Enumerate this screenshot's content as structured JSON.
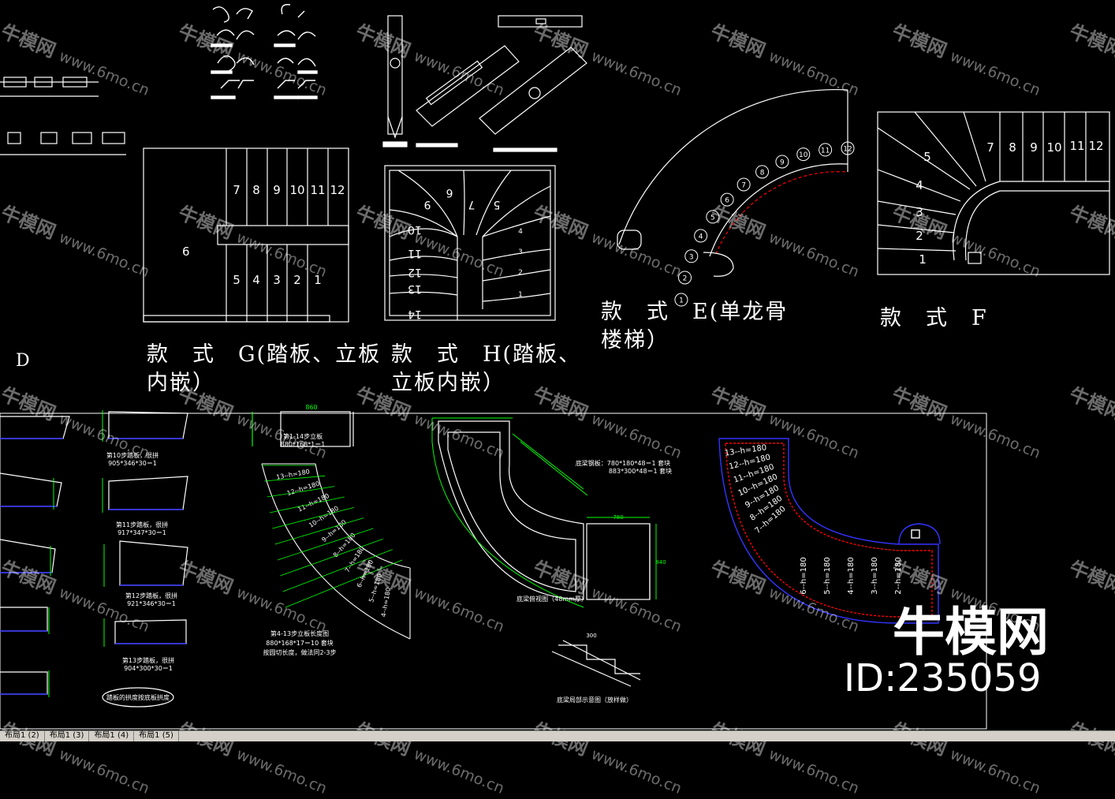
{
  "captions": {
    "d": "D",
    "g": "款　式　G(踏板、立板\n内嵌）",
    "h": "款　式　H(踏板、\n立板内嵌）",
    "e": "款　式　E(单龙骨\n楼梯）",
    "f": "款　式　F"
  },
  "style_g": {
    "upper_steps": [
      "7",
      "8",
      "9",
      "10",
      "11",
      "12"
    ],
    "lower_steps": [
      "5",
      "4",
      "3",
      "2",
      "1"
    ],
    "landing": "6"
  },
  "style_h": {
    "left_steps": [
      "10",
      "11",
      "12",
      "13",
      "14"
    ],
    "top_steps": [
      "9",
      "6",
      "7",
      "5"
    ],
    "right_steps": [
      "4",
      "3",
      "2",
      "1"
    ]
  },
  "style_e": {
    "steps": [
      "1",
      "2",
      "3",
      "4",
      "5",
      "6",
      "7",
      "8",
      "9",
      "10",
      "11",
      "12"
    ]
  },
  "style_f": {
    "steps": [
      "1",
      "2",
      "3",
      "4",
      "5",
      "7",
      "8",
      "9",
      "10",
      "11",
      "12"
    ]
  },
  "detail_labels": {
    "tread10": "第10步踏板，很拼",
    "tread10_dim": "905*346*30＝1",
    "tread11": "第11步踏板，很拼",
    "tread11_dim": "917*347*30＝1",
    "tread12": "第12步踏板，很拼",
    "tread12_dim": "921*346*30＝1",
    "tread13": "第13步踏板，很拼",
    "tread13_dim": "904*300*30＝1",
    "oval_note": "踏板的拱度按底板拱度",
    "riser_note": "第1-14步立板",
    "riser_dim": "880*168*1＝1",
    "riser_plan": "第4-13步立板长度图",
    "riser_plan_dim": "880*168*17＝10 套块",
    "riser_plan_note": "按圆切长度，做法同2-3步",
    "stringer_spec1": "底梁钢板：780*180*48＝1 套块",
    "stringer_spec2": "883*300*48＝1 套块",
    "stringer_plan": "底梁俯视图（48mm厚）",
    "stringer_section": "底梁局部示意图（放样做）",
    "dim_860": "860",
    "dim_300": "300",
    "dim_780": "780",
    "dim_840": "840"
  },
  "green_stair_labels": [
    "13--h=180",
    "12--h=180",
    "11--h=180",
    "10--h=180",
    "9--h=180",
    "8--h=180",
    "7--h=180",
    "6--h=180",
    "5--h=180",
    "4--h=180"
  ],
  "color_stair_labels": [
    "13--h=180",
    "12--h=180",
    "11--h=180",
    "10--h=180",
    "9--h=180",
    "8--h=180",
    "7--h=180",
    "6--h=180",
    "5--h=180",
    "4--h=180",
    "3--h=180",
    "2--h=180"
  ],
  "brand": {
    "name": "牛模网",
    "id": "ID:235059",
    "watermark_cn": "牛模网",
    "watermark_url": "www.6mo.cn"
  },
  "layout_tabs": [
    "布局1 (2)",
    "布局1 (3)",
    "布局1 (4)",
    "布局1 (5)"
  ],
  "colors": {
    "background": "#000000",
    "line": "#ffffff",
    "cad_green": "#00ff00",
    "cad_red": "#ff0000",
    "cad_blue": "#3333ff",
    "tab_bg": "#d4d0c8"
  }
}
